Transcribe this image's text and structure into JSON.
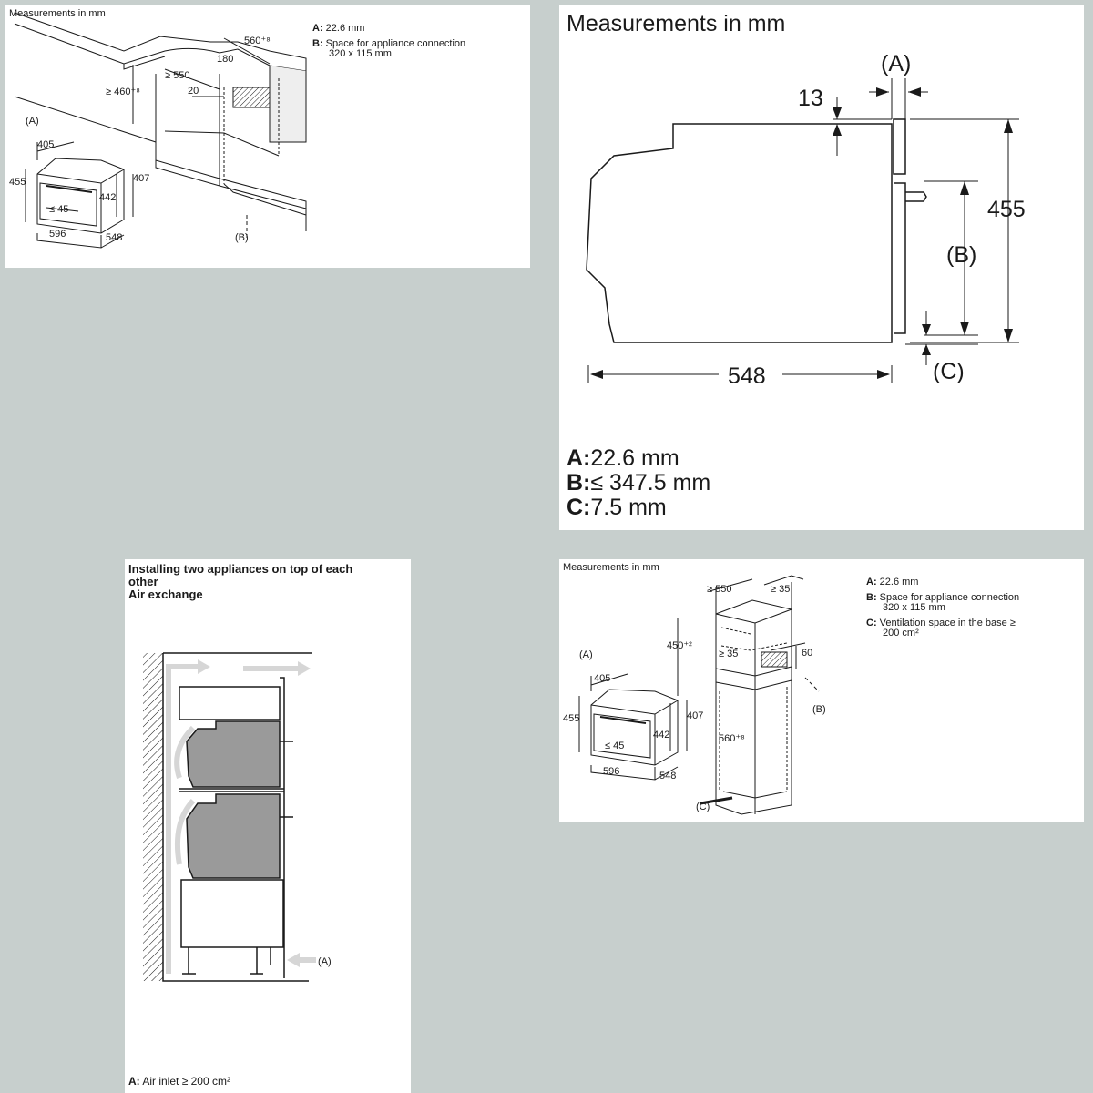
{
  "panel1": {
    "title": "Measurements in mm",
    "legend": [
      {
        "key": "A:",
        "text": "22.6 mm"
      },
      {
        "key": "B:",
        "text": "Space for appliance connection",
        "text2": "320 x 115 mm"
      }
    ],
    "dims": {
      "d560": "560⁺⁸",
      "d550": "≥ 550",
      "d180": "180",
      "d460": "≥ 460⁺⁸",
      "d20": "20",
      "dA": "(A)",
      "d405": "405",
      "d455": "455",
      "d407": "407",
      "d442": "442",
      "d45": "≤ 45",
      "d596": "596",
      "d548": "548",
      "dB": "(B)"
    }
  },
  "panel2": {
    "title": "Measurements in mm",
    "dims": {
      "d13": "13",
      "dA": "(A)",
      "d455": "455",
      "dB": "(B)",
      "d548": "548",
      "dC": "(C)"
    },
    "legend": [
      {
        "key": "A:",
        "text": "22.6 mm"
      },
      {
        "key": "B:",
        "text": "≤ 347.5 mm"
      },
      {
        "key": "C:",
        "text": "7.5 mm"
      }
    ]
  },
  "panel3": {
    "title_line1": "Installing two appliances on top of each",
    "title_line2": "other",
    "title_line3": "Air exchange",
    "dims": {
      "dA": "(A)"
    },
    "footer": {
      "key": "A:",
      "text": "Air inlet ≥ 200 cm²"
    }
  },
  "panel4": {
    "title": "Measurements in mm",
    "legend": [
      {
        "key": "A:",
        "text": "22.6 mm"
      },
      {
        "key": "B:",
        "text": "Space for appliance connection",
        "text2": "320 x 115 mm"
      },
      {
        "key": "C:",
        "text": "Ventilation space in the base ≥",
        "text2": "200 cm²"
      }
    ],
    "dims": {
      "d550": "≥ 550",
      "d35a": "≥ 35",
      "d450": "450⁺²",
      "d35b": "≥ 35",
      "d60": "60",
      "dA": "(A)",
      "d405": "405",
      "d455": "455",
      "d407": "407",
      "d442": "442",
      "d45": "≤ 45",
      "d560": "560⁺⁸",
      "d596": "596",
      "d548": "548",
      "dB": "(B)",
      "dC": "(C)"
    }
  },
  "colors": {
    "background": "#c7cfcd",
    "panel": "#ffffff",
    "line": "#1a1a1a",
    "shade": "#9a9a9a"
  }
}
